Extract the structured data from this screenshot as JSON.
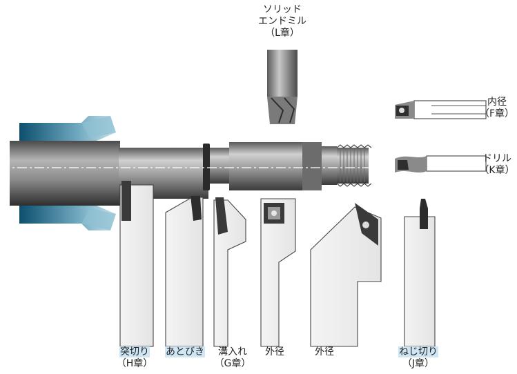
{
  "colors": {
    "chuck_dark": "#0d4f6e",
    "chuck_light": "#b8dbe6",
    "steel_dark": "#3a3a3a",
    "steel_mid": "#8a8a8a",
    "steel_light": "#d8d8d8",
    "label_highlight": "#cfe6f5"
  },
  "labels": {
    "solid_end_mill": {
      "line1": "ソリッド",
      "line2": "エンドミル",
      "line3": "（L章）"
    },
    "boring": {
      "line1": "内径",
      "line2": "（F章）"
    },
    "drill": {
      "line1": "ドリル",
      "line2": "（K章）"
    },
    "cutoff": {
      "line1": "突切り",
      "line2": "（H章）"
    },
    "back_turning": {
      "line1": "あとびき"
    },
    "grooving": {
      "line1": "溝入れ",
      "line2": "（G章）"
    },
    "od_turning_1": {
      "line1": "外径"
    },
    "od_turning_2": {
      "line1": "外径"
    },
    "threading": {
      "line1": "ねじ切り",
      "line2": "（J章）"
    }
  }
}
